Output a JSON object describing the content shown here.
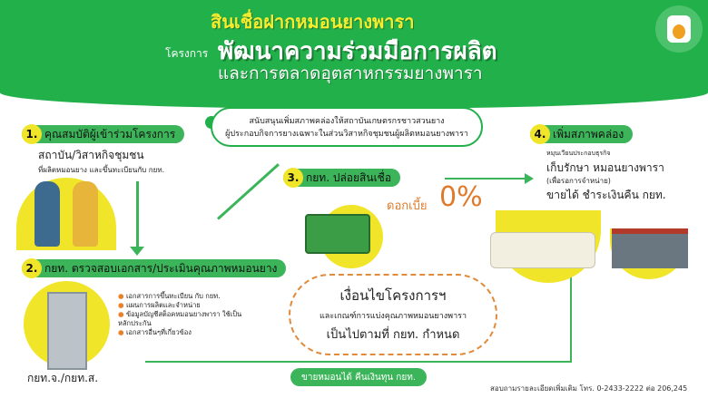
{
  "header": {
    "title_top": "สินเชื่อฝากหมอนยางพารา",
    "project_label": "โครงการ",
    "title_main_1": "พัฒนาความร่วมมือการผลิต",
    "title_main_2": "และการตลาดอุตสาหกรรมยางพารา"
  },
  "support": {
    "line1": "สนับสนุนเพิ่มสภาพคล่องให้สถาบันเกษตรกรชาวสวนยาง",
    "line2": "ผู้ประกอบกิจการยางเฉพาะในส่วนวิสาหกิจชุมชนผู้ผลิตหมอนยางพารา"
  },
  "step1": {
    "num": "1.",
    "title": "คุณสมบัติผู้เข้าร่วมโครงการ",
    "line1": "สถาบัน/วิสาหกิจชุมชน",
    "line2": "ที่ผลิตหมอนยาง และขึ้นทะเบียนกับ กยท."
  },
  "step2": {
    "num": "2.",
    "title": "กยท. ตรวจสอบเอกสาร/ประเมินคุณภาพหมอนยาง",
    "bullets": [
      "เอกสารการขึ้นทะเบียน กับ กยท.",
      "แผนการผลิตและจำหน่าย",
      "ข้อมูลบัญชีสต็อคหมอนยางพารา ใช้เป็นหลักประกัน",
      "เอกสารอื่นๆที่เกี่ยวข้อง"
    ],
    "office": "กยท.จ./กยท.ส."
  },
  "step3": {
    "num": "3.",
    "title": "กยท. ปล่อยสินเชื่อ",
    "rate_label": "ดอกเบี้ย",
    "rate": "0%"
  },
  "step4": {
    "num": "4.",
    "title": "เพิ่มสภาพคล่อง",
    "line1": "หมุนเวียนประกอบธุรกิจ",
    "line2": "เก็บรักษา หมอนยางพารา",
    "line3": "(เพื่อรอการจำหน่าย)",
    "line4": "ขายได้ ชำระเงินคืน กยท."
  },
  "conditions": {
    "line1": "เงื่อนไขโครงการฯ",
    "line2": "และเกณฑ์การแบ่งคุณภาพหมอนยางพารา",
    "line3": "เป็นไปตามที่ กยท. กำหนด"
  },
  "return_label": "ขายหมอนได้ คืนเงินทุน กยท.",
  "footer": "สอบถามรายละเอียดเพิ่มเติม โทร. 0-2433-2222 ต่อ 206,245",
  "colors": {
    "green": "#22b04b",
    "yellow": "#f1e52a",
    "orange": "#e07a2b"
  }
}
